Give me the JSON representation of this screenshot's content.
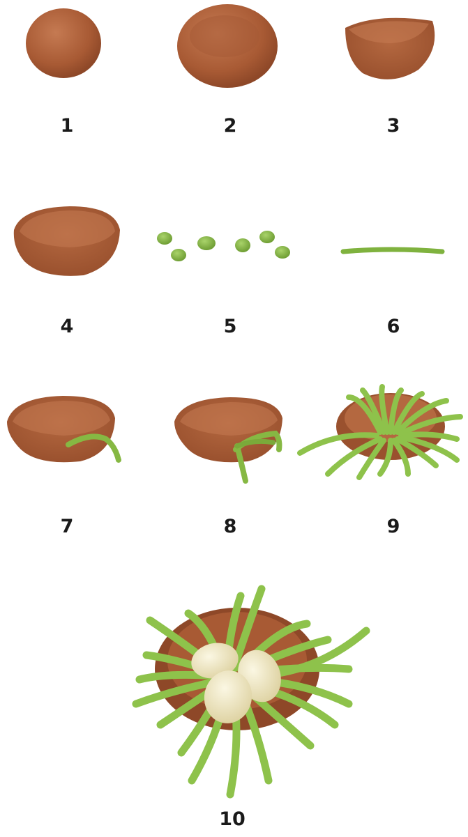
{
  "steps": [
    {
      "number": "1"
    },
    {
      "number": "2"
    },
    {
      "number": "3"
    },
    {
      "number": "4"
    },
    {
      "number": "5"
    },
    {
      "number": "6"
    },
    {
      "number": "7"
    },
    {
      "number": "8"
    },
    {
      "number": "9"
    },
    {
      "number": "10"
    }
  ],
  "colors": {
    "clay_brown": "#b0623b",
    "clay_dark": "#8f4a2a",
    "clay_light": "#c4774f",
    "green": "#8cbf4a",
    "green_dark": "#6d9c34",
    "egg": "#eee6bf"
  }
}
